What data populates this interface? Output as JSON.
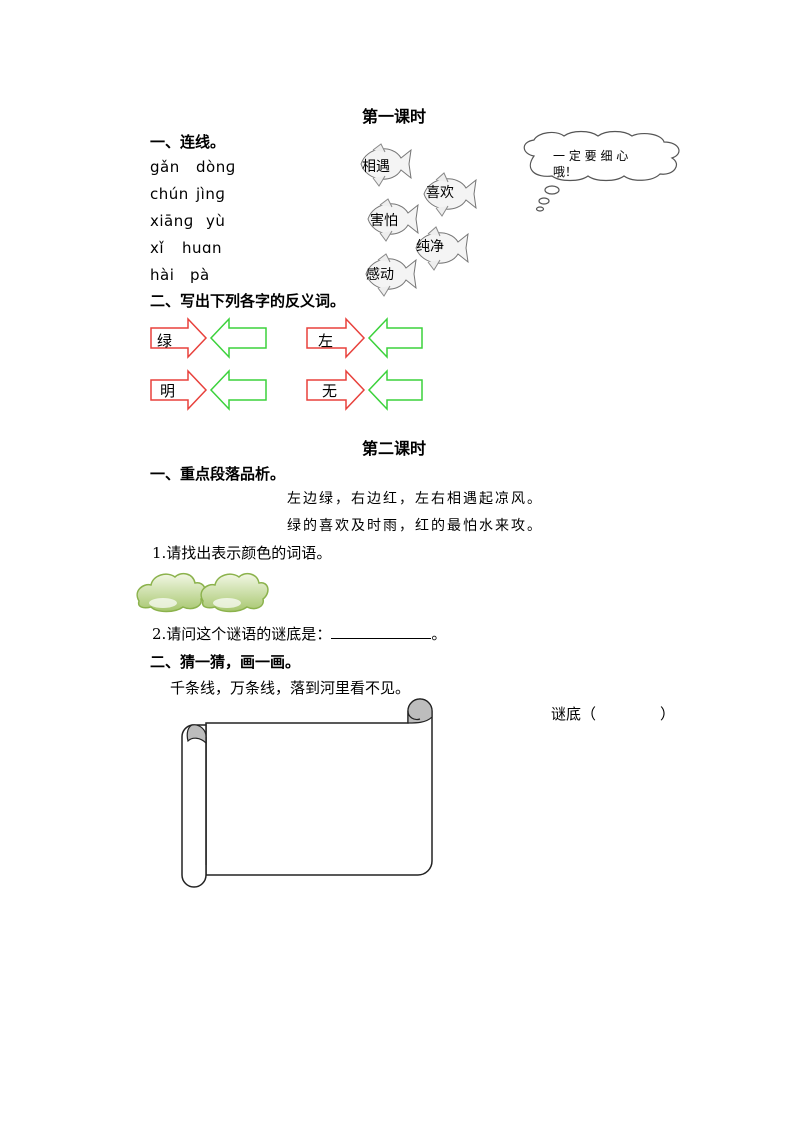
{
  "lesson1": {
    "title": "第一课时",
    "section1": {
      "heading": "一、连线。",
      "pinyin": [
        {
          "a": "gǎn",
          "b": "dònɡ"
        },
        {
          "a": "chún",
          "b": "jìnɡ"
        },
        {
          "a": "xiānɡ",
          "b": "yù"
        },
        {
          "a": "xǐ",
          "b": "huɑn"
        },
        {
          "a": "hài",
          "b": "pà"
        }
      ],
      "fish_words": [
        "相遇",
        "喜欢",
        "害怕",
        "纯净",
        "感动"
      ],
      "thought_bubble": {
        "line1": "一 定 要 细 心",
        "line2": "哦！"
      }
    },
    "section2": {
      "heading": "二、写出下列各字的反义词。",
      "arrows": [
        {
          "char": "绿",
          "color": "#e8413c",
          "answer_color": "#3cd23c"
        },
        {
          "char": "左",
          "color": "#e8413c",
          "answer_color": "#3cd23c"
        },
        {
          "char": "明",
          "color": "#e8413c",
          "answer_color": "#3cd23c"
        },
        {
          "char": "无",
          "color": "#e8413c",
          "answer_color": "#3cd23c"
        }
      ]
    }
  },
  "lesson2": {
    "title": "第二课时",
    "section1": {
      "heading": "一、重点段落品析。",
      "poem": [
        "左边绿，右边红，左右相遇起凉风。",
        "绿的喜欢及时雨，红的最怕水来攻。"
      ],
      "q1": "1.请找出表示颜色的词语。",
      "q2_prefix": "2.请问这个谜语的谜底是：",
      "q2_suffix": "。"
    },
    "section2": {
      "heading": "二、猜一猜，画一画。",
      "riddle": "千条线，万条线，落到河里看不见。",
      "answer_label": "谜底（",
      "answer_close": "）"
    }
  }
}
